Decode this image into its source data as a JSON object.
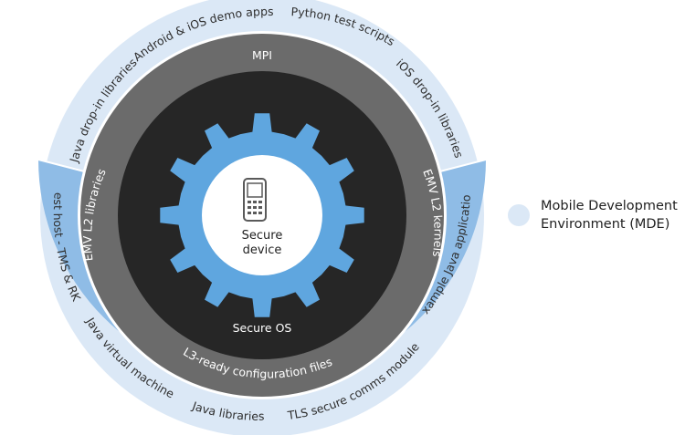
{
  "outer_ring": {
    "color": "#dbe8f6",
    "labels": [
      "Java drop-in libraries",
      "Android & iOS demo apps",
      "Python test scripts",
      "iOS drop-in libraries"
    ]
  },
  "blue_ring": {
    "color": "#8fbce6",
    "labels": [
      "Test host - TMS & RKI",
      "Java virtual machine",
      "Java libraries",
      "TLS secure comms module",
      "Example Java application"
    ]
  },
  "gray_ring": {
    "color": "#6b6b6b",
    "labels": [
      "MPI",
      "EMV L2 libraries",
      "EMV L2 kernels",
      "L3-ready configuration files"
    ]
  },
  "os_ring": {
    "color": "#262626",
    "label": "Secure OS"
  },
  "gear": {
    "color": "#5fa6df"
  },
  "center": {
    "line1": "Secure",
    "line2": "device",
    "icon": "phone-icon"
  },
  "legend": {
    "label": "Mobile Development Environment (MDE)",
    "color": "#dbe8f6"
  }
}
